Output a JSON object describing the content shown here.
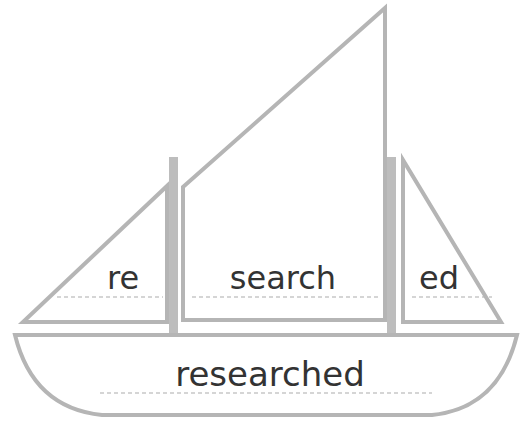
{
  "diagram": {
    "nodes": [
      {
        "text": [
          "re"
        ]
      },
      {
        "text": [
          "search"
        ]
      },
      {
        "text": [
          "ed"
        ]
      },
      {
        "text": [
          "researched"
        ]
      }
    ]
  }
}
